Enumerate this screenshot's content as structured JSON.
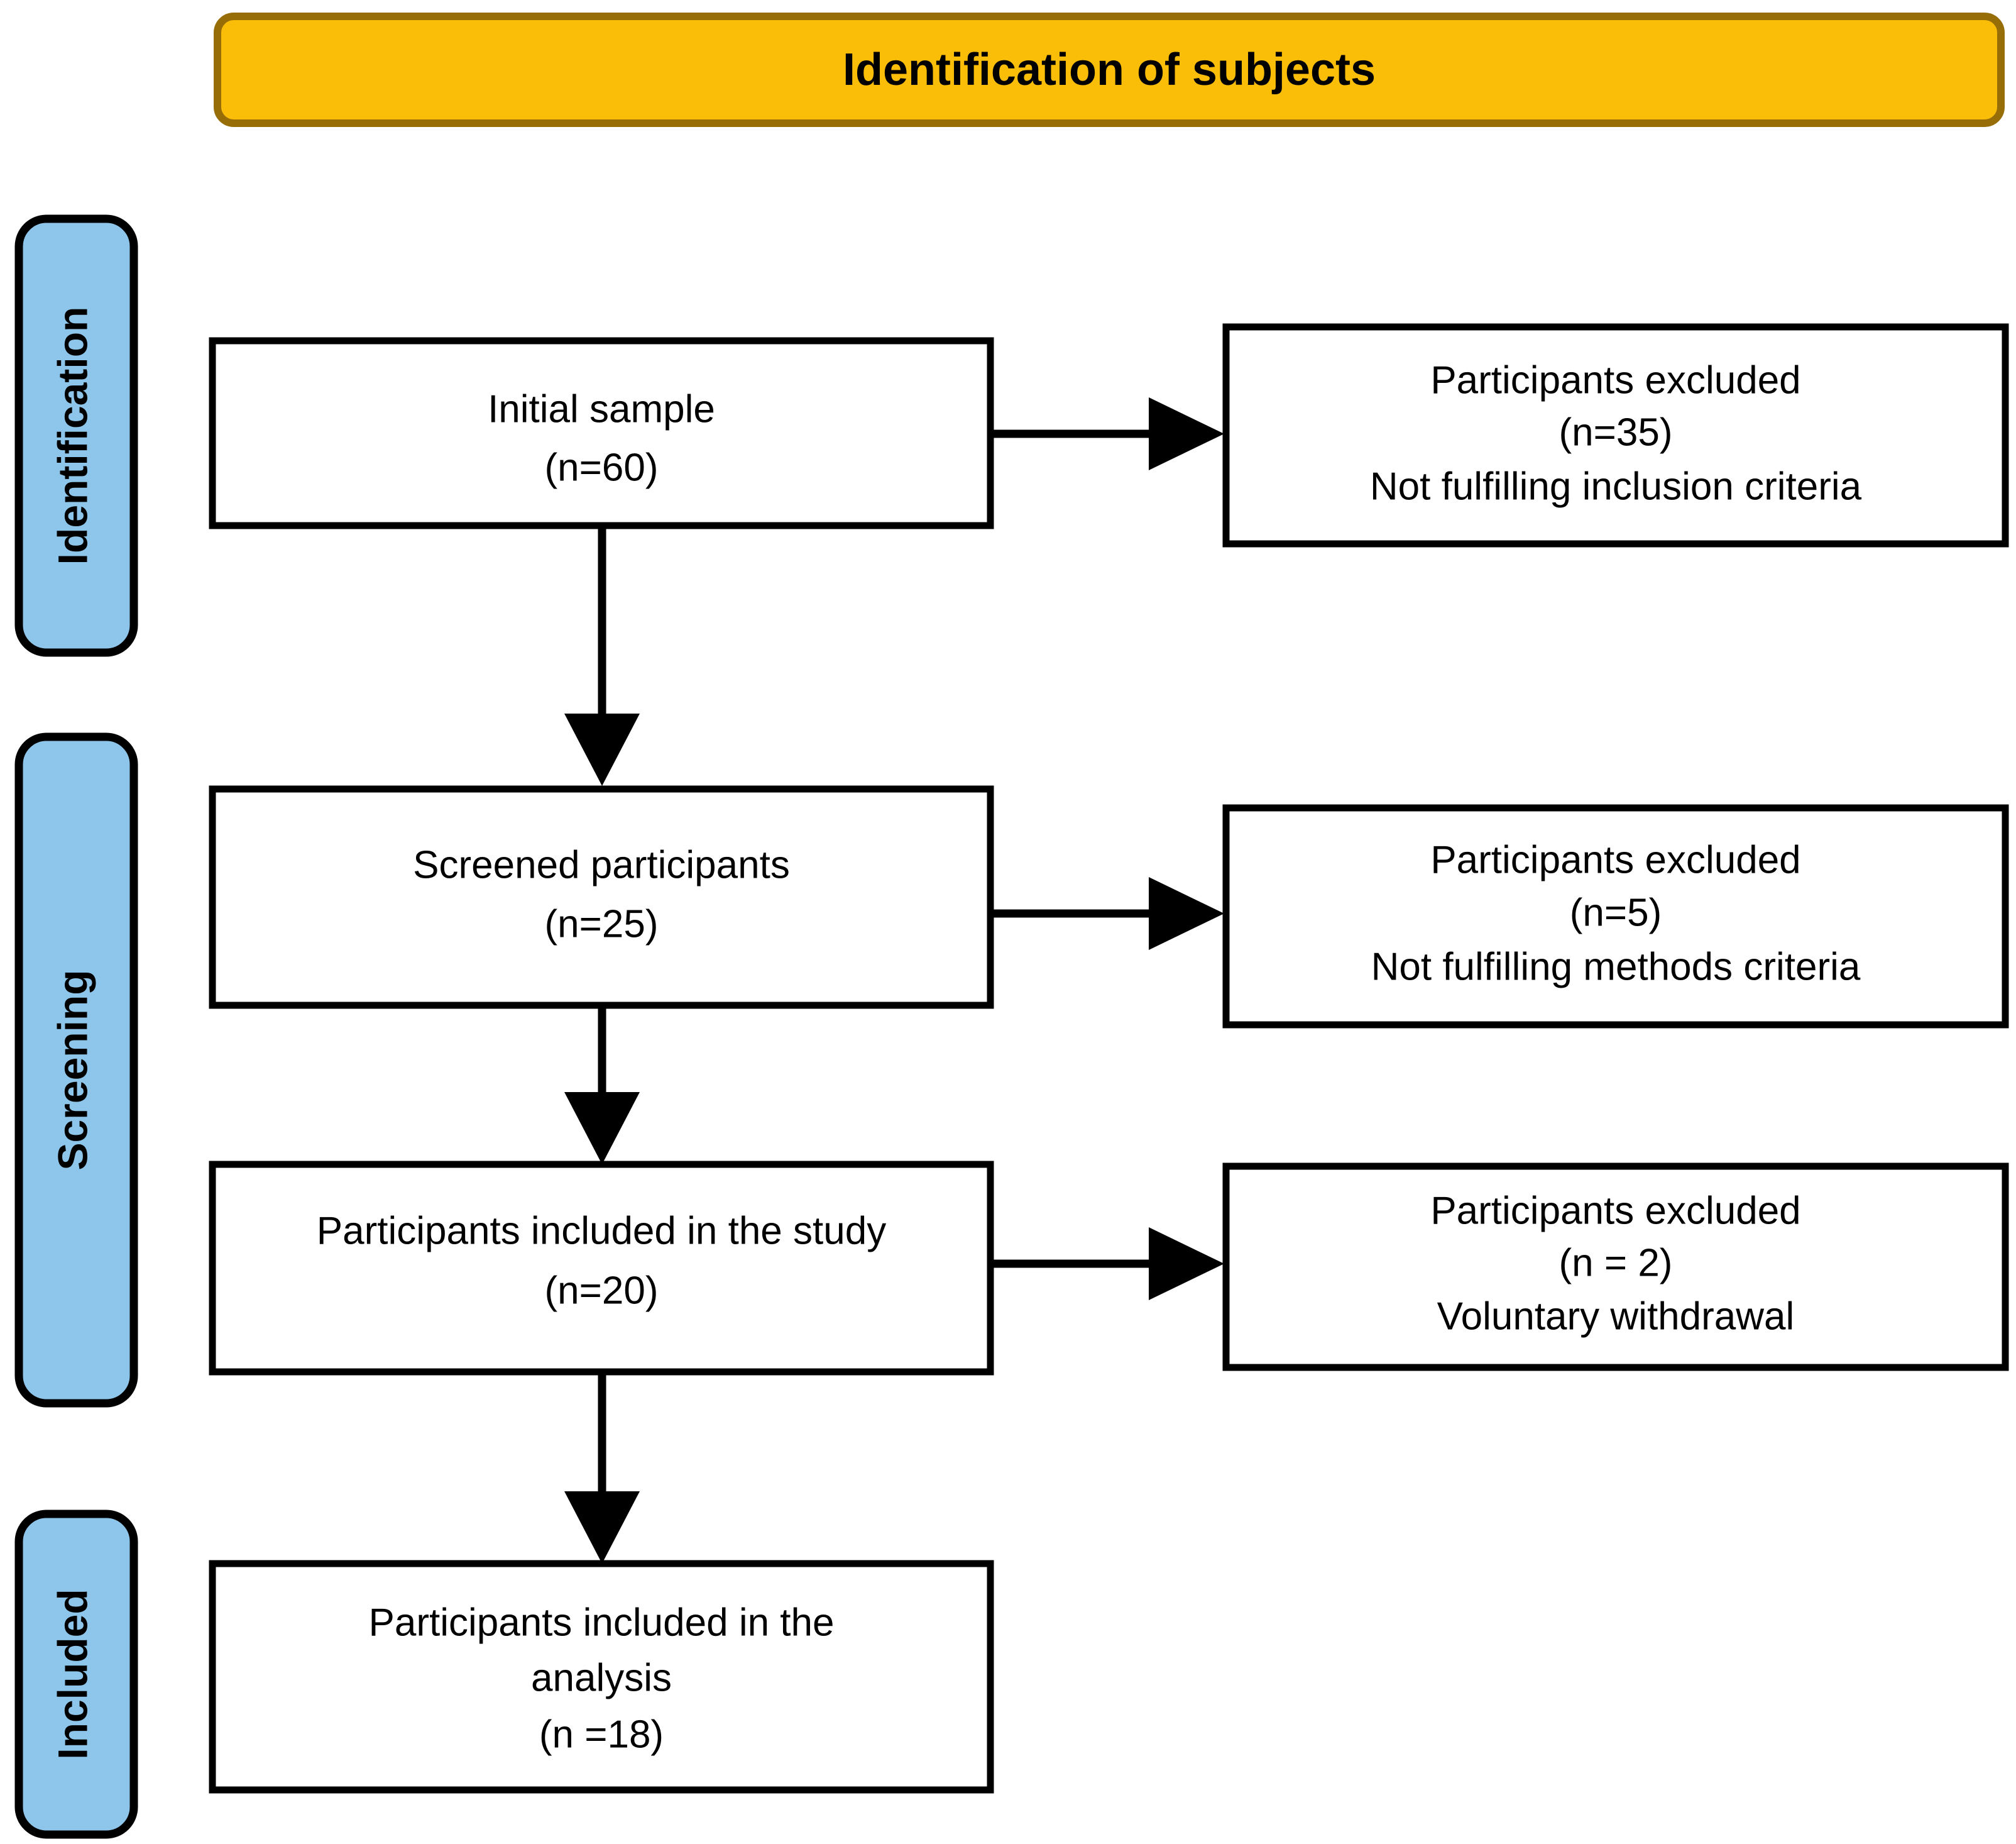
{
  "banner": {
    "label": "Identification of subjects",
    "fill": "#fbbe08",
    "border": "#976d08"
  },
  "phases": [
    {
      "label": "Identification",
      "fill": "#8ec5ea",
      "border": "#000000"
    },
    {
      "label": "Screening",
      "fill": "#8ec5ea",
      "border": "#000000"
    },
    {
      "label": "Included",
      "fill": "#8ec5ea",
      "border": "#000000"
    }
  ],
  "flow_boxes": [
    {
      "name": "initial-sample",
      "lines": [
        "Initial sample",
        "(n=60)"
      ]
    },
    {
      "name": "screened-participants",
      "lines": [
        "Screened participants",
        "(n=25)"
      ]
    },
    {
      "name": "participants-included-study",
      "lines": [
        "Participants included in the study",
        "(n=20)"
      ]
    },
    {
      "name": "participants-included-analysis",
      "lines": [
        "Participants included in the",
        "analysis",
        "(n =18)"
      ]
    }
  ],
  "exclusion_boxes": [
    {
      "name": "excluded-inclusion-criteria",
      "lines": [
        "Participants excluded",
        "(n=35)",
        "Not fulfilling inclusion criteria"
      ]
    },
    {
      "name": "excluded-methods-criteria",
      "lines": [
        "Participants excluded",
        "(n=5)",
        "Not fulfilling methods criteria"
      ]
    },
    {
      "name": "excluded-voluntary-withdrawal",
      "lines": [
        "Participants excluded",
        "(n = 2)",
        "Voluntary withdrawal"
      ]
    }
  ],
  "chart_data": {
    "type": "diagram",
    "title": "Identification of subjects",
    "diagram_kind": "PRISMA-style participant flow chart",
    "phases": [
      "Identification",
      "Screening",
      "Included"
    ],
    "nodes": [
      {
        "id": "initial",
        "label": "Initial sample",
        "n": 60,
        "phase": "Identification"
      },
      {
        "id": "screened",
        "label": "Screened participants",
        "n": 25,
        "phase": "Screening"
      },
      {
        "id": "included_study",
        "label": "Participants included in the study",
        "n": 20,
        "phase": "Screening"
      },
      {
        "id": "included_analysis",
        "label": "Participants included in the analysis",
        "n": 18,
        "phase": "Included"
      },
      {
        "id": "excl1",
        "label": "Participants excluded - Not fulfilling inclusion criteria",
        "n": 35,
        "phase": "Identification"
      },
      {
        "id": "excl2",
        "label": "Participants excluded - Not fulfilling methods criteria",
        "n": 5,
        "phase": "Screening"
      },
      {
        "id": "excl3",
        "label": "Participants excluded - Voluntary withdrawal",
        "n": 2,
        "phase": "Screening"
      }
    ],
    "edges": [
      {
        "from": "initial",
        "to": "excl1",
        "direction": "right"
      },
      {
        "from": "initial",
        "to": "screened",
        "direction": "down"
      },
      {
        "from": "screened",
        "to": "excl2",
        "direction": "right"
      },
      {
        "from": "screened",
        "to": "included_study",
        "direction": "down"
      },
      {
        "from": "included_study",
        "to": "excl3",
        "direction": "right"
      },
      {
        "from": "included_study",
        "to": "included_analysis",
        "direction": "down"
      }
    ]
  }
}
